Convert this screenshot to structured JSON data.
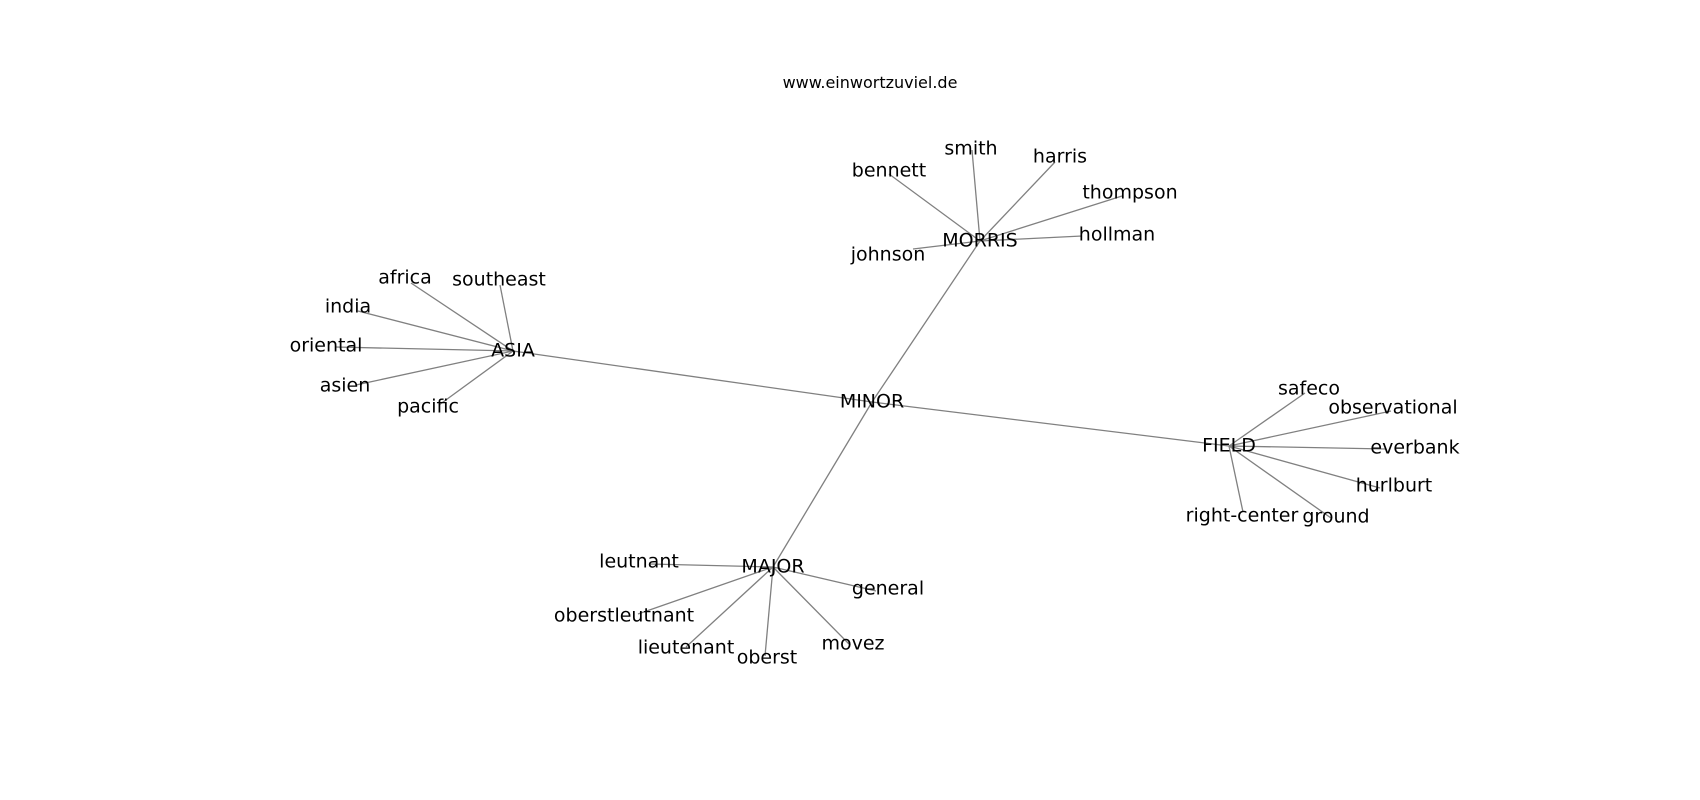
{
  "site": "www.einwortzuviel.de",
  "nodes": {
    "minor": "MINOR",
    "asia": "ASIA",
    "morris": "MORRIS",
    "field": "FIELD",
    "major": "MAJOR",
    "africa": "africa",
    "southeast": "southeast",
    "india": "india",
    "oriental": "oriental",
    "asien": "asien",
    "pacific": "pacific",
    "smith": "smith",
    "harris": "harris",
    "bennett": "bennett",
    "thompson": "thompson",
    "hollman": "hollman",
    "johnson": "johnson",
    "safeco": "safeco",
    "observational": "observational",
    "everbank": "everbank",
    "hurlburt": "hurlburt",
    "right_center": "right-center",
    "ground": "ground",
    "leutnant": "leutnant",
    "general": "general",
    "oberstleutnant": "oberstleutnant",
    "lieutenant": "lieutenant",
    "oberst": "oberst",
    "movez": "movez"
  },
  "edges": [
    [
      "minor",
      "asia"
    ],
    [
      "minor",
      "morris"
    ],
    [
      "minor",
      "field"
    ],
    [
      "minor",
      "major"
    ],
    [
      "asia",
      "africa"
    ],
    [
      "asia",
      "southeast"
    ],
    [
      "asia",
      "india"
    ],
    [
      "asia",
      "oriental"
    ],
    [
      "asia",
      "asien"
    ],
    [
      "asia",
      "pacific"
    ],
    [
      "morris",
      "smith"
    ],
    [
      "morris",
      "harris"
    ],
    [
      "morris",
      "bennett"
    ],
    [
      "morris",
      "thompson"
    ],
    [
      "morris",
      "hollman"
    ],
    [
      "morris",
      "johnson"
    ],
    [
      "field",
      "safeco"
    ],
    [
      "field",
      "observational"
    ],
    [
      "field",
      "everbank"
    ],
    [
      "field",
      "hurlburt"
    ],
    [
      "field",
      "right_center"
    ],
    [
      "field",
      "ground"
    ],
    [
      "major",
      "leutnant"
    ],
    [
      "major",
      "general"
    ],
    [
      "major",
      "oberstleutnant"
    ],
    [
      "major",
      "lieutenant"
    ],
    [
      "major",
      "oberst"
    ],
    [
      "major",
      "movez"
    ]
  ]
}
